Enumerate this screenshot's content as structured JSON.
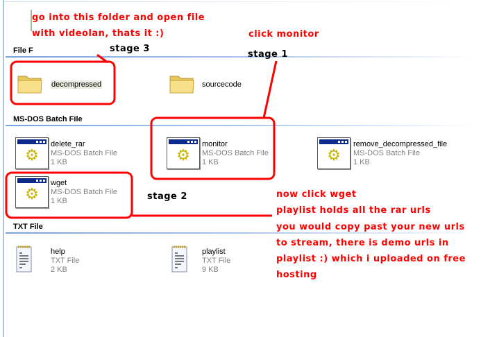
{
  "groups": [
    {
      "header": "File F",
      "items": [
        {
          "name": "decompressed",
          "type": "folder"
        },
        {
          "name": "sourcecode",
          "type": "folder"
        }
      ]
    },
    {
      "header": "MS-DOS Batch File",
      "items": [
        {
          "name": "delete_rar",
          "type": "MS-DOS Batch File",
          "size": "1 KB"
        },
        {
          "name": "monitor",
          "type": "MS-DOS Batch File",
          "size": "1 KB"
        },
        {
          "name": "remove_decompressed_file",
          "type": "MS-DOS Batch File",
          "size": "1 KB"
        },
        {
          "name": "wget",
          "type": "MS-DOS Batch File",
          "size": "1 KB"
        }
      ]
    },
    {
      "header": "TXT File",
      "items": [
        {
          "name": "help",
          "type": "TXT File",
          "size": "2 KB"
        },
        {
          "name": "playlist",
          "type": "TXT File",
          "size": "9 KB"
        }
      ]
    }
  ],
  "annotations": {
    "top_line1": "go into this folder and open file",
    "top_line2": "with videolan, thats it  :)",
    "click_monitor": "click monitor",
    "stage1": "stage 1",
    "stage2": "stage 2",
    "stage3": "stage 3",
    "notes": [
      "now click wget",
      "playlist holds all the rar urls",
      "you would copy past your new urls",
      "to stream, there is demo urls in",
      "playlist :) which i uploaded on free",
      "hosting"
    ]
  },
  "colors": {
    "annotation": "#ff0000",
    "header_line": "#7aa1e6"
  }
}
